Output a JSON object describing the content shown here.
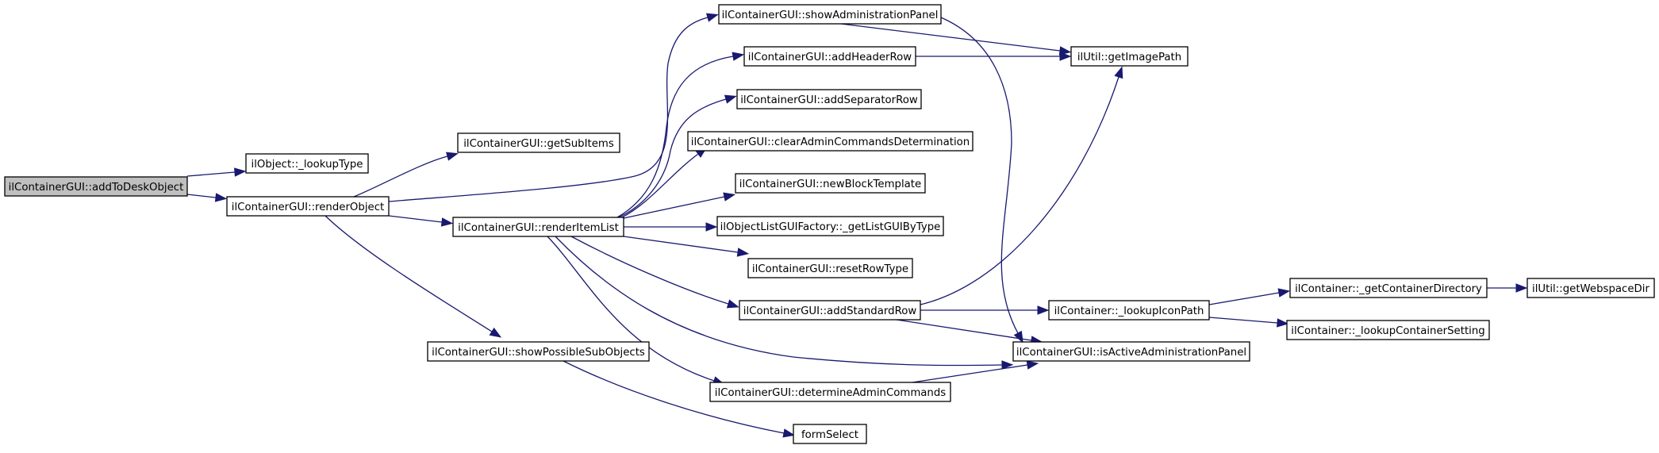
{
  "diagram": {
    "type": "call-graph",
    "colors": {
      "root_fill": "#bfbfbf",
      "node_fill": "#ffffff",
      "edge": "#191970"
    },
    "nodes": [
      {
        "id": "addToDeskObject",
        "label": "ilContainerGUI::addToDeskObject",
        "root": true
      },
      {
        "id": "lookupType",
        "label": "ilObject::_lookupType"
      },
      {
        "id": "renderObject",
        "label": "ilContainerGUI::renderObject"
      },
      {
        "id": "getSubItems",
        "label": "ilContainerGUI::getSubItems"
      },
      {
        "id": "renderItemList",
        "label": "ilContainerGUI::renderItemList"
      },
      {
        "id": "showPossibleSubObjects",
        "label": "ilContainerGUI::showPossibleSubObjects"
      },
      {
        "id": "showAdministrationPanel",
        "label": "ilContainerGUI::showAdministrationPanel"
      },
      {
        "id": "addHeaderRow",
        "label": "ilContainerGUI::addHeaderRow"
      },
      {
        "id": "addSeparatorRow",
        "label": "ilContainerGUI::addSeparatorRow"
      },
      {
        "id": "clearAdminCommandsDetermination",
        "label": "ilContainerGUI::clearAdminCommandsDetermination"
      },
      {
        "id": "newBlockTemplate",
        "label": "ilContainerGUI::newBlockTemplate"
      },
      {
        "id": "getListGUIByType",
        "label": "ilObjectListGUIFactory::_getListGUIByType"
      },
      {
        "id": "resetRowType",
        "label": "ilContainerGUI::resetRowType"
      },
      {
        "id": "addStandardRow",
        "label": "ilContainerGUI::addStandardRow"
      },
      {
        "id": "determineAdminCommands",
        "label": "ilContainerGUI::determineAdminCommands"
      },
      {
        "id": "formSelect",
        "label": "formSelect"
      },
      {
        "id": "getImagePath",
        "label": "ilUtil::getImagePath"
      },
      {
        "id": "lookupIconPath",
        "label": "ilContainer::_lookupIconPath"
      },
      {
        "id": "isActiveAdministrationPanel",
        "label": "ilContainerGUI::isActiveAdministrationPanel"
      },
      {
        "id": "getContainerDirectory",
        "label": "ilContainer::_getContainerDirectory"
      },
      {
        "id": "lookupContainerSetting",
        "label": "ilContainer::_lookupContainerSetting"
      },
      {
        "id": "getWebspaceDir",
        "label": "ilUtil::getWebspaceDir"
      }
    ],
    "edges": [
      {
        "from": "addToDeskObject",
        "to": "lookupType"
      },
      {
        "from": "addToDeskObject",
        "to": "renderObject"
      },
      {
        "from": "renderObject",
        "to": "getSubItems"
      },
      {
        "from": "renderObject",
        "to": "showAdministrationPanel"
      },
      {
        "from": "renderObject",
        "to": "renderItemList"
      },
      {
        "from": "renderObject",
        "to": "showPossibleSubObjects"
      },
      {
        "from": "renderItemList",
        "to": "addHeaderRow"
      },
      {
        "from": "renderItemList",
        "to": "addSeparatorRow"
      },
      {
        "from": "renderItemList",
        "to": "clearAdminCommandsDetermination"
      },
      {
        "from": "renderItemList",
        "to": "newBlockTemplate"
      },
      {
        "from": "renderItemList",
        "to": "getListGUIByType"
      },
      {
        "from": "renderItemList",
        "to": "resetRowType"
      },
      {
        "from": "renderItemList",
        "to": "addStandardRow"
      },
      {
        "from": "renderItemList",
        "to": "isActiveAdministrationPanel"
      },
      {
        "from": "renderItemList",
        "to": "determineAdminCommands"
      },
      {
        "from": "showAdministrationPanel",
        "to": "getImagePath"
      },
      {
        "from": "showAdministrationPanel",
        "to": "isActiveAdministrationPanel"
      },
      {
        "from": "addHeaderRow",
        "to": "getImagePath"
      },
      {
        "from": "addStandardRow",
        "to": "getImagePath"
      },
      {
        "from": "addStandardRow",
        "to": "lookupIconPath"
      },
      {
        "from": "addStandardRow",
        "to": "isActiveAdministrationPanel"
      },
      {
        "from": "determineAdminCommands",
        "to": "isActiveAdministrationPanel"
      },
      {
        "from": "showPossibleSubObjects",
        "to": "formSelect"
      },
      {
        "from": "lookupIconPath",
        "to": "getContainerDirectory"
      },
      {
        "from": "lookupIconPath",
        "to": "lookupContainerSetting"
      },
      {
        "from": "getContainerDirectory",
        "to": "getWebspaceDir"
      }
    ]
  }
}
